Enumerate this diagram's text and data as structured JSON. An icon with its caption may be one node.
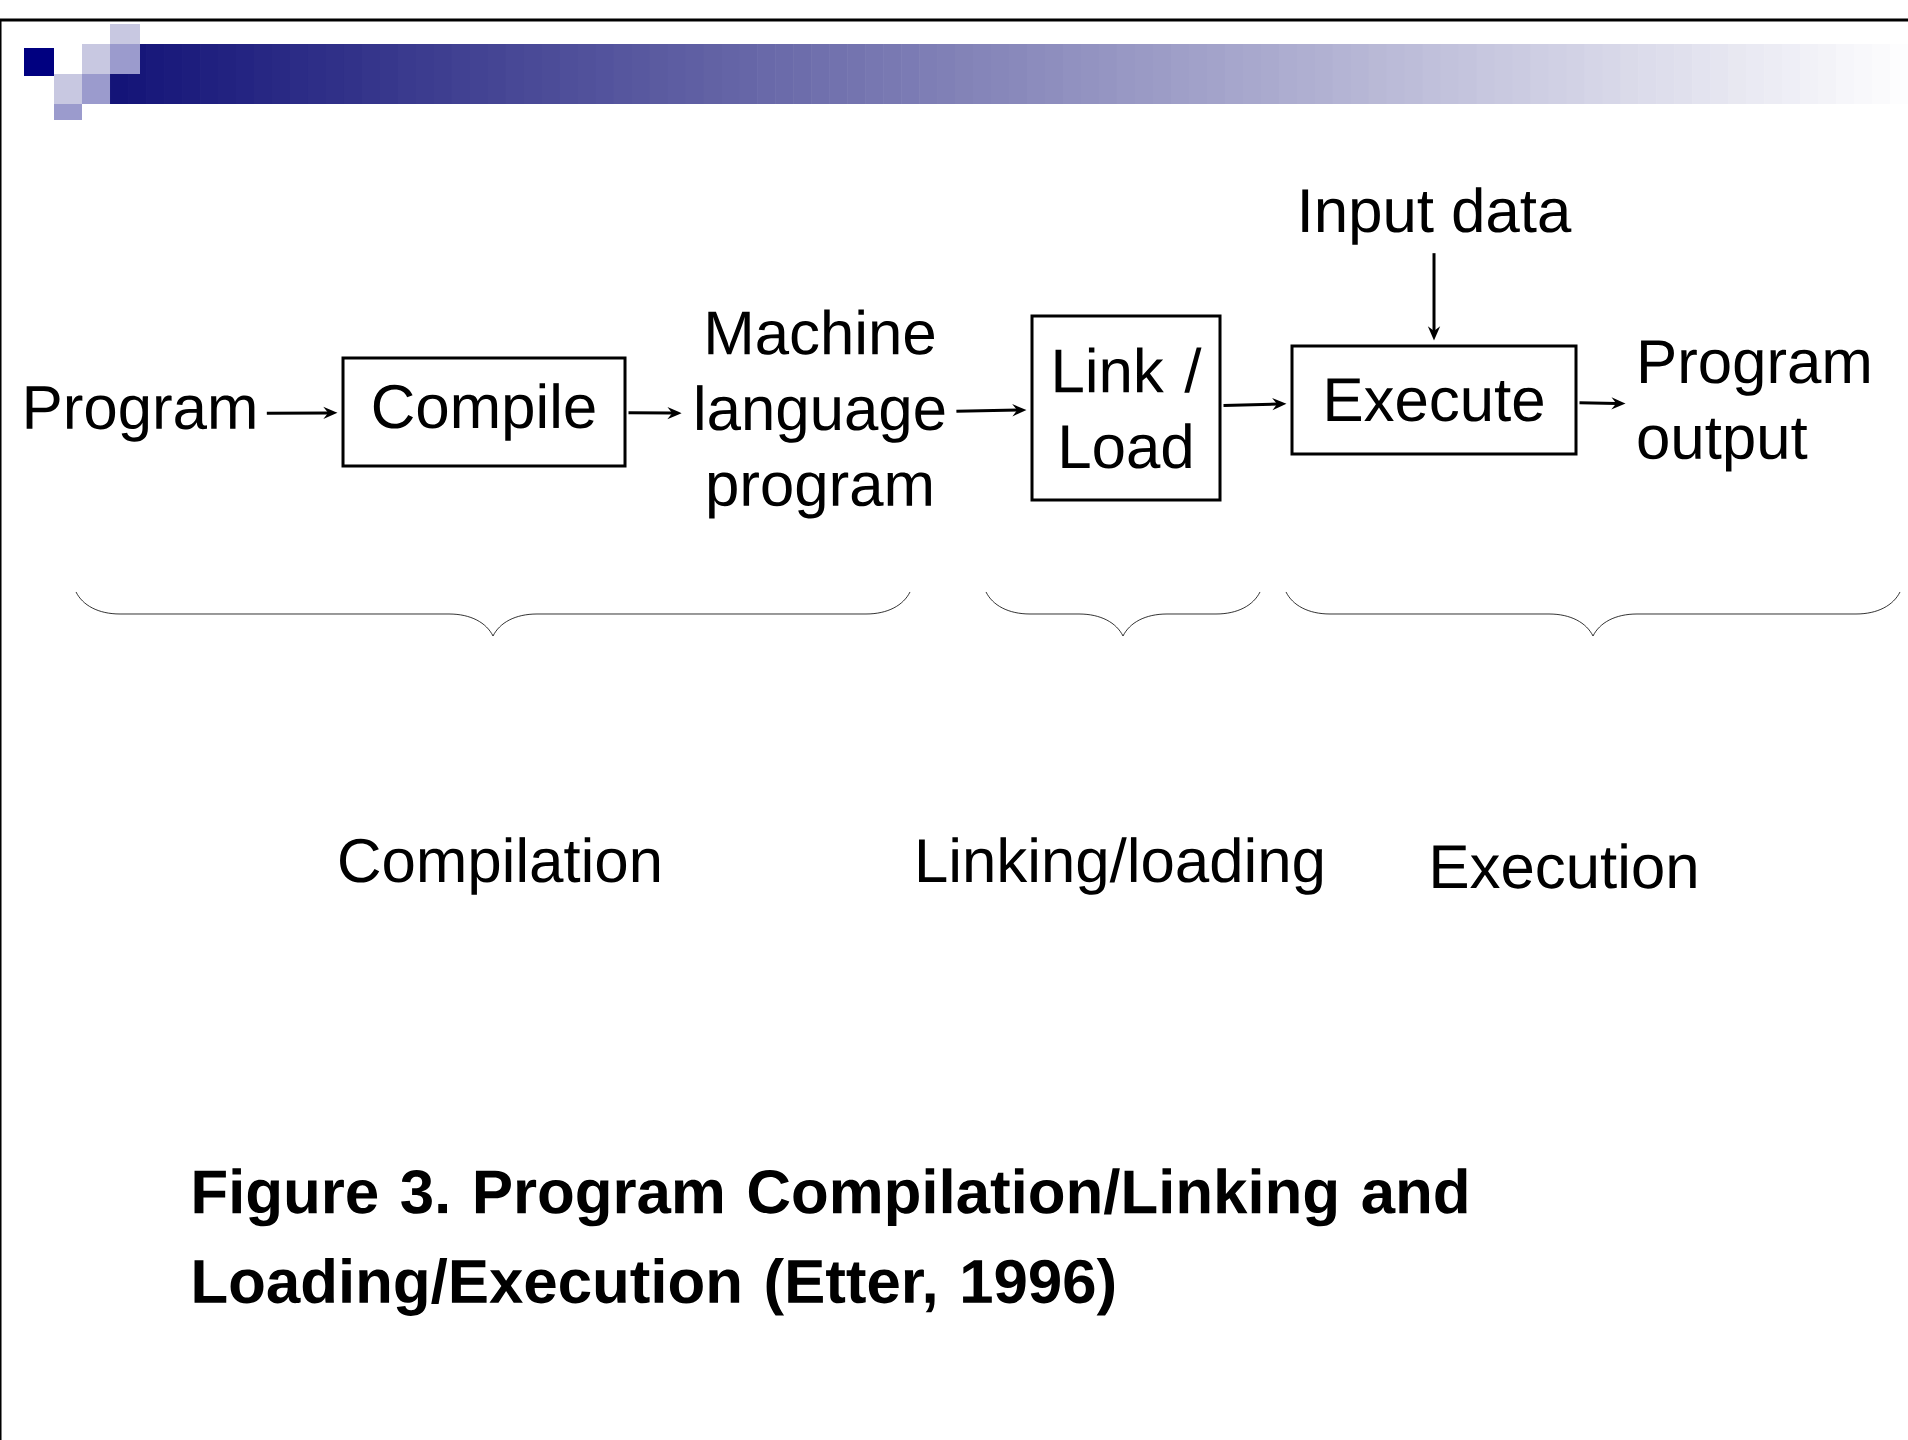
{
  "diagram": {
    "caption": "Figure 3. Program Compilation/Linking and Loading/Execution (Etter, 1996)",
    "nodes": [
      {
        "text": [
          "Program"
        ]
      },
      {
        "text": [
          "Compile"
        ]
      },
      {
        "text": [
          "Machine language program"
        ]
      },
      {
        "text": [
          "Link / Load"
        ]
      },
      {
        "text": [
          "Input data"
        ]
      },
      {
        "text": [
          "Execute"
        ]
      },
      {
        "text": [
          "Program output"
        ]
      }
    ],
    "edges": [
      {
        "from": 0,
        "to": 1,
        "arrow": "to"
      },
      {
        "from": 1,
        "to": 2,
        "arrow": "to"
      },
      {
        "from": 2,
        "to": 3,
        "arrow": "to"
      },
      {
        "from": 3,
        "to": 5,
        "arrow": "to"
      },
      {
        "from": 4,
        "to": 5,
        "arrow": "to"
      },
      {
        "from": 5,
        "to": 6,
        "arrow": "to"
      }
    ],
    "labels": [
      "Compilation",
      "Linking/loading",
      "Execution"
    ]
  }
}
